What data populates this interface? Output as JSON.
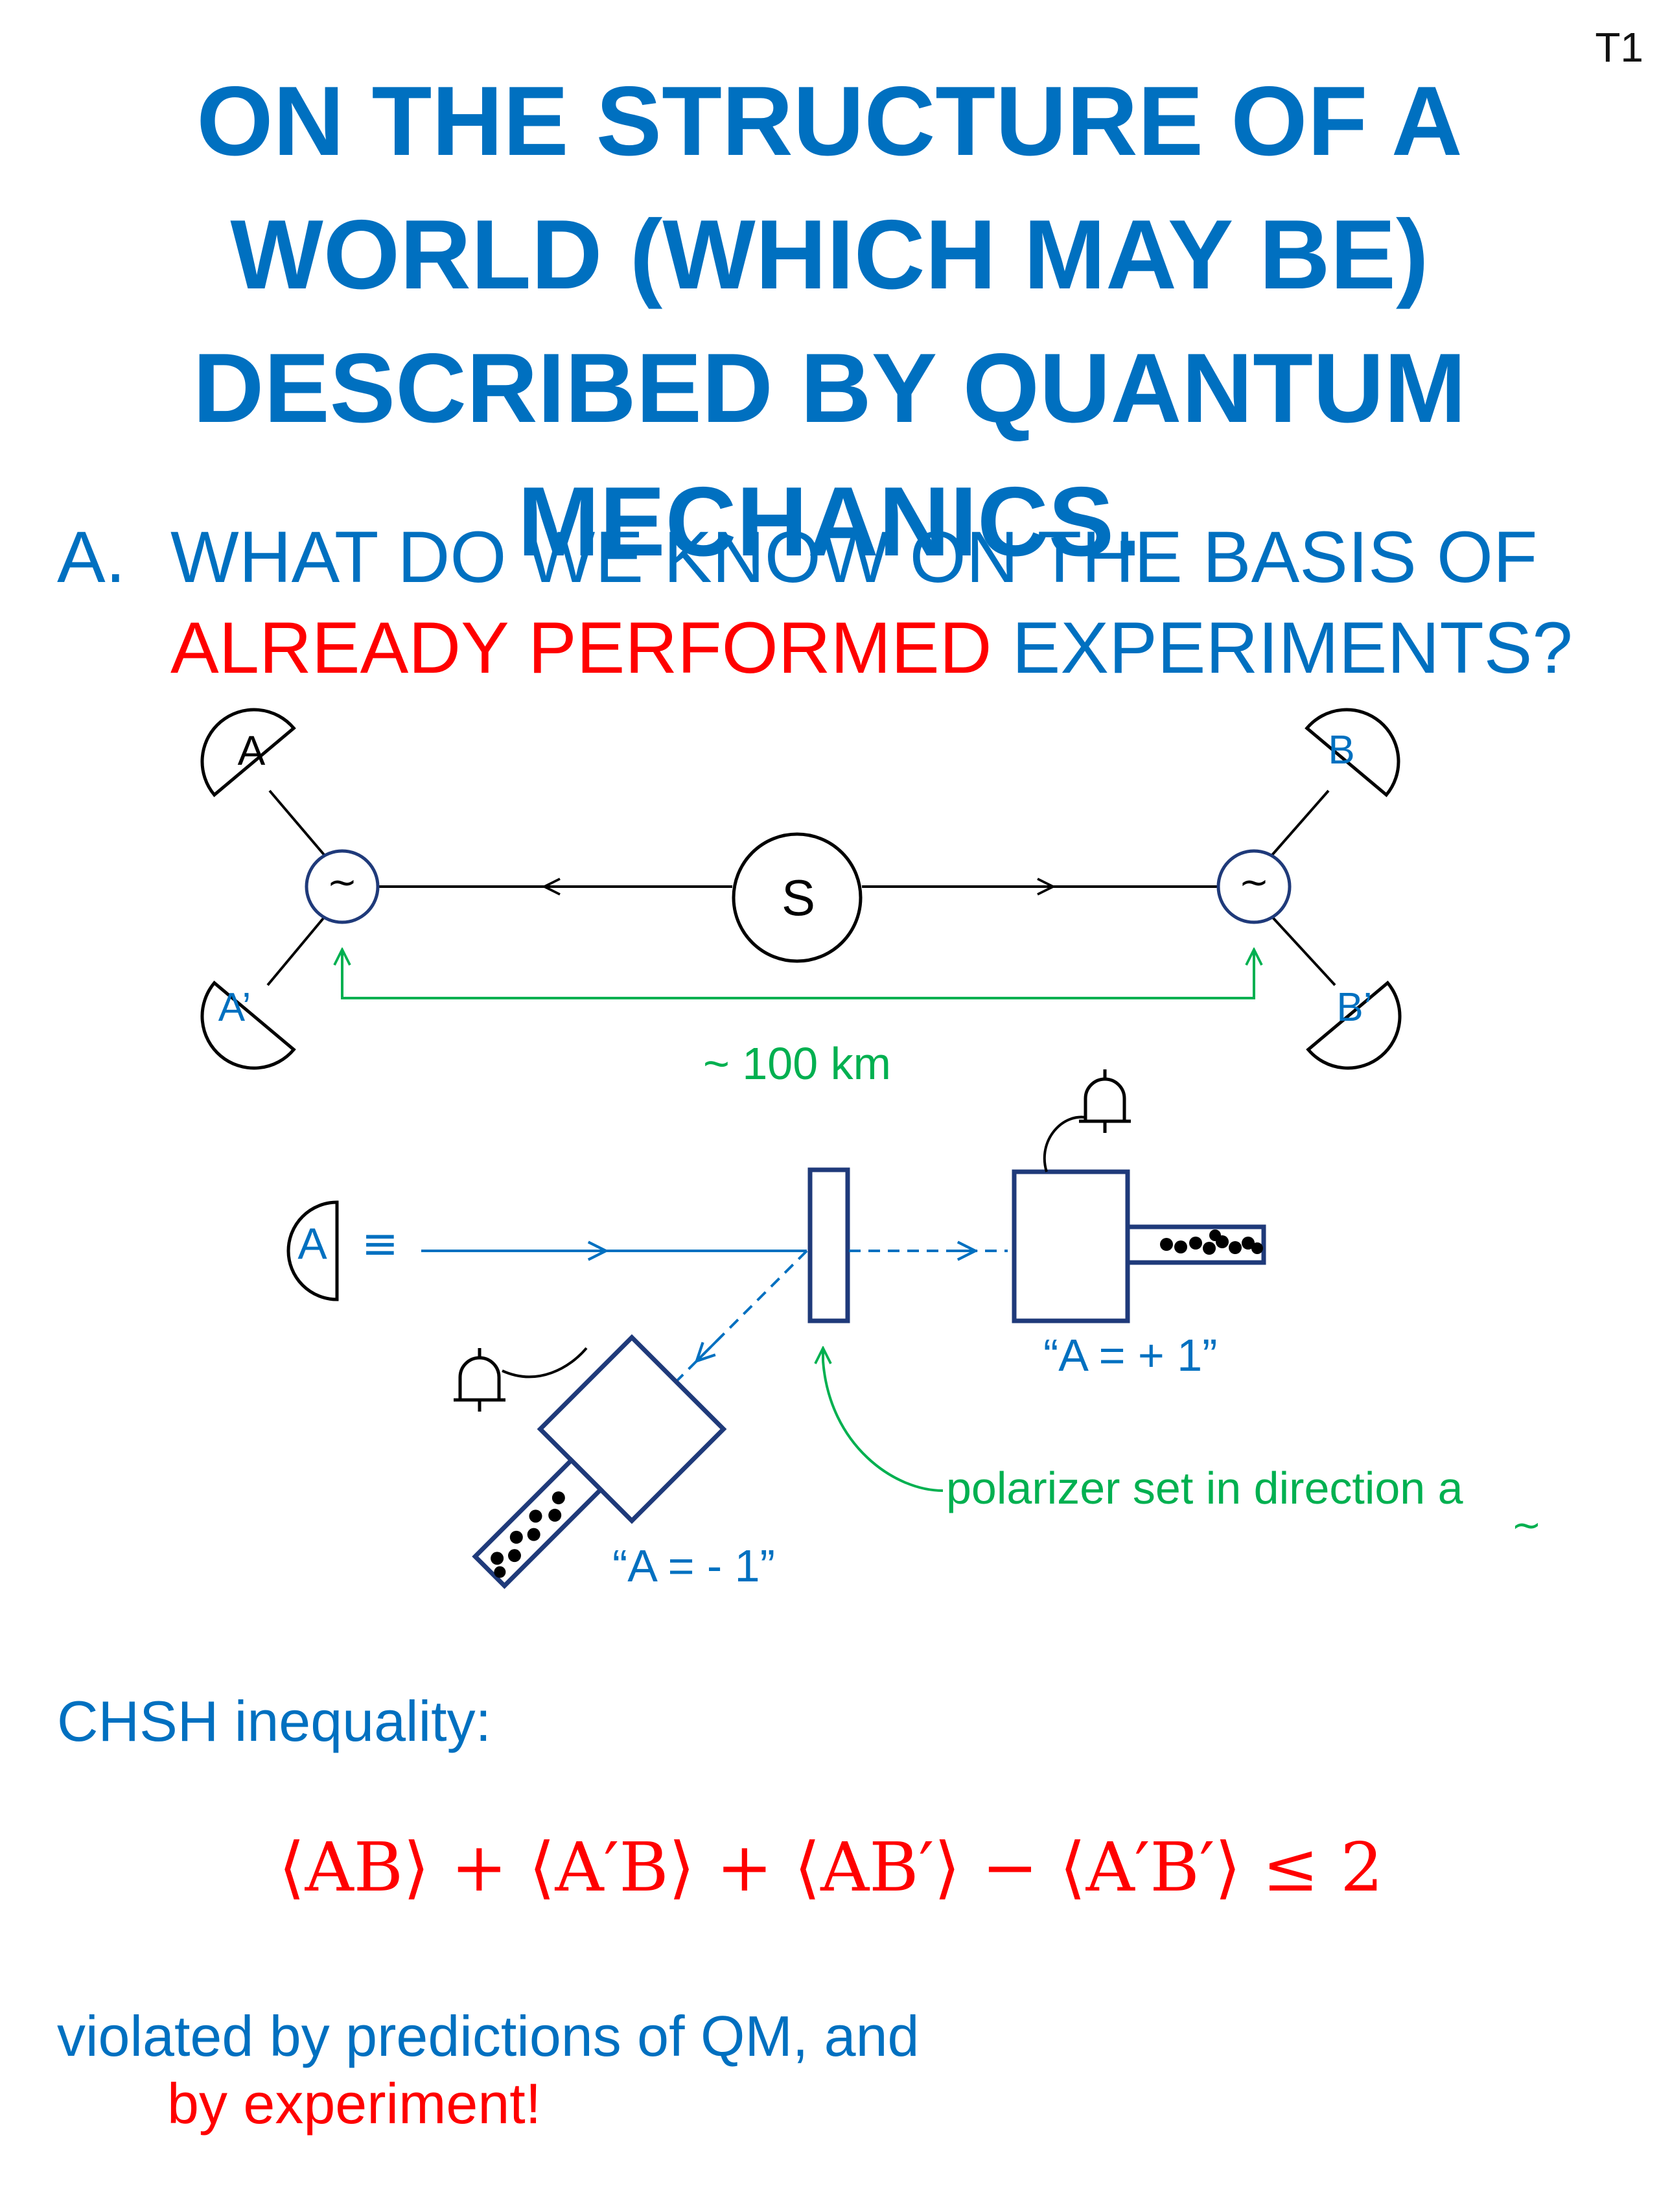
{
  "slide_tag": "T1",
  "title": {
    "lines": [
      "ON THE STRUCTURE OF A",
      "WORLD (WHICH MAY BE)",
      "DESCRIBED BY QUANTUM",
      "MECHANICS."
    ]
  },
  "section": {
    "letter": "A.",
    "line1": "WHAT DO WE KNOW ON THE BASIS OF",
    "line2_red": "ALREADY PERFORMED",
    "line2_rest": " EXPERIMENTS?"
  },
  "diagram": {
    "source_label": "S",
    "polarizer_symbol": "~",
    "detector_labels": {
      "a": "A",
      "a_prime": "A’",
      "b": "B",
      "b_prime": "B’"
    },
    "distance_label": "~ 100 km",
    "equiv_detector_label": "A",
    "equiv_symbol": "≡",
    "outcome_plus": "“A = + 1”",
    "outcome_minus": "“A = - 1”",
    "polarizer_caption": "polarizer set in direction a",
    "direction_tilde": "~",
    "colors": {
      "blue": "#0070C0",
      "dark_blue": "#1F3A7A",
      "green": "#00B050",
      "red": "#FF0000",
      "black": "#000000"
    }
  },
  "chsh": {
    "label": "CHSH inequality:",
    "formula": "⟨AB⟩ + ⟨A′B⟩ + ⟨AB′⟩ − ⟨A′B′⟩ ≤ 2"
  },
  "conclusion": {
    "line1": "violated by predictions of QM, and",
    "line2": "by experiment!"
  }
}
